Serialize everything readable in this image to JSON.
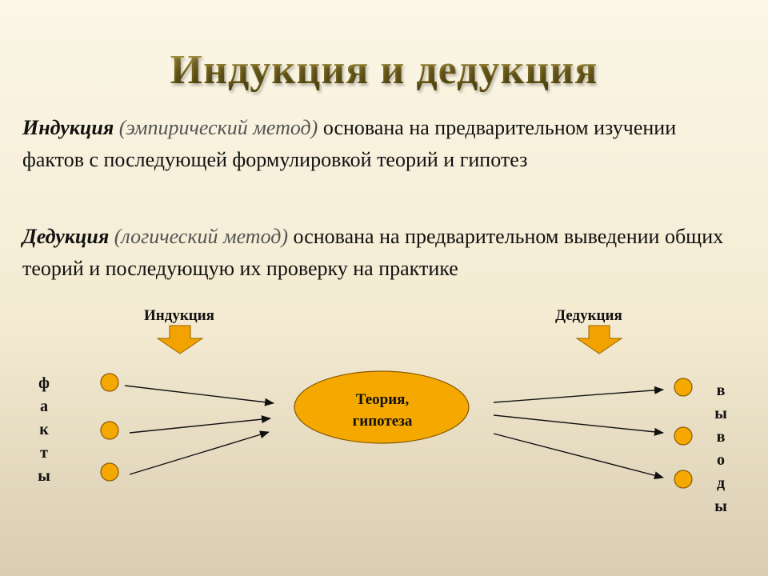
{
  "title": "Индукция и дедукция",
  "induction_def": {
    "term": "Индукция",
    "method": "(эмпирический метод)",
    "text": " основана на предварительном изучении фактов с последующей формулировкой теорий и гипотез"
  },
  "deduction_def": {
    "term": "Дедукция",
    "method": "(логический метод)",
    "text": " основана на предварительном выведении общих теорий и последующую их проверку на практике"
  },
  "diagram": {
    "induction_label": "Индукция",
    "deduction_label": "Дедукция",
    "center_line1": "Теория,",
    "center_line2": "гипотеза",
    "facts_letters": [
      "ф",
      "а",
      "к",
      "т",
      "ы"
    ],
    "conclusions_letters": [
      "в",
      "ы",
      "в",
      "о",
      "д",
      "ы"
    ],
    "colors": {
      "node_fill": "#f5a800",
      "node_stroke": "#8a5a00",
      "arrow_down_fill": "#f2a300",
      "arrow_down_stroke": "#9a6200"
    }
  }
}
